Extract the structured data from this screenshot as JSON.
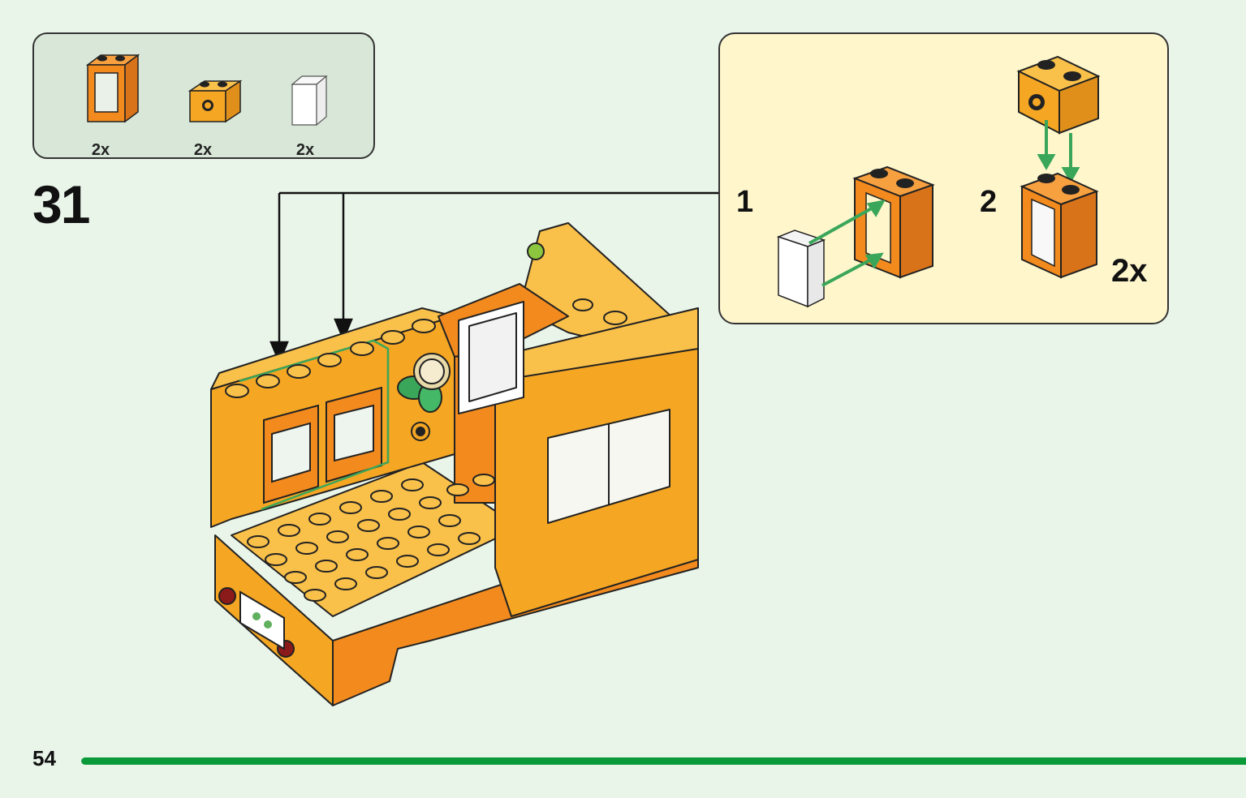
{
  "step": {
    "number": "31"
  },
  "parts_list": [
    {
      "name": "orange-window-frame",
      "qty": "2x"
    },
    {
      "name": "orange-brick-with-hole",
      "qty": "2x"
    },
    {
      "name": "clear-window-glass",
      "qty": "2x"
    }
  ],
  "callout": {
    "substeps": [
      {
        "number": "1"
      },
      {
        "number": "2"
      }
    ],
    "quantity": "2x"
  },
  "page": {
    "number": "54",
    "progress": 1.0
  },
  "colors": {
    "background": "#eaf5ea",
    "parts_box": "#d8e7d8",
    "callout_box": "#fff6cc",
    "brick_orange": "#f5a623",
    "frame_orange": "#f28a1e",
    "guide_arrow": "#3aa65a",
    "progress_bar": "#0a9a3a"
  }
}
